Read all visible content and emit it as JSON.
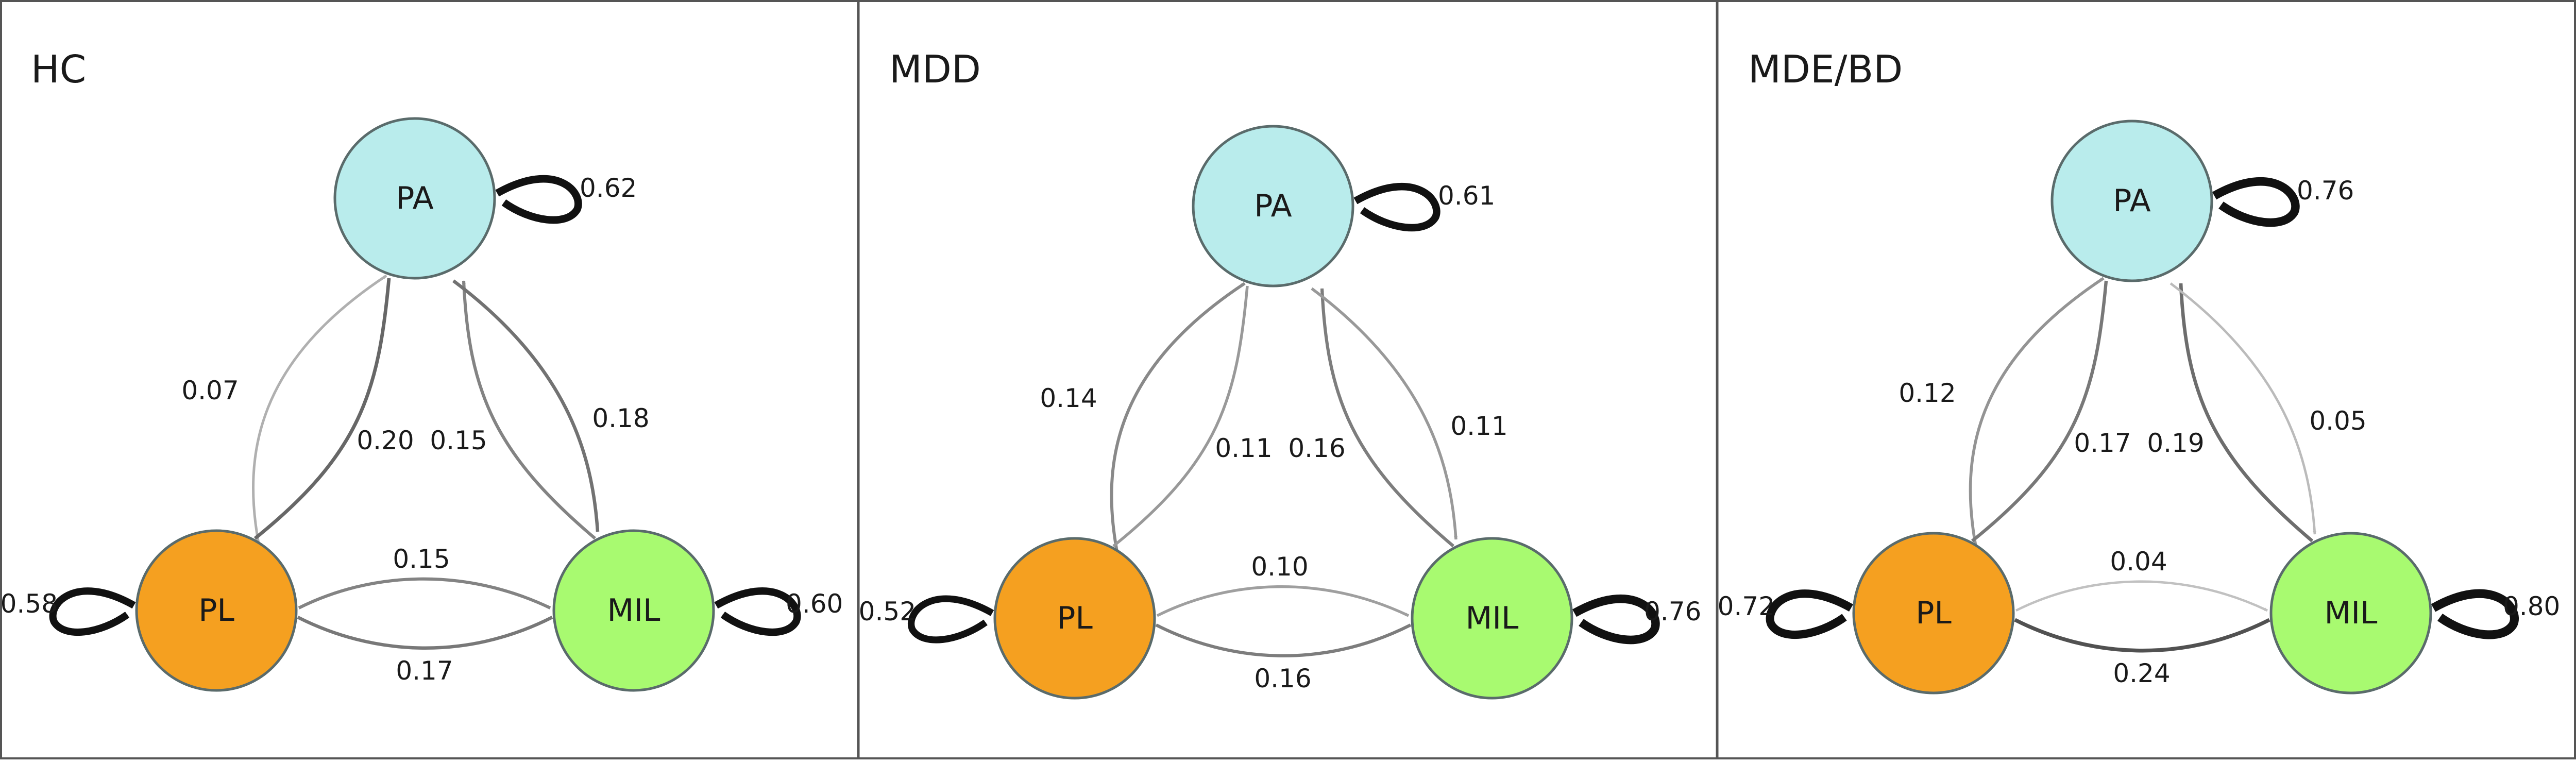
{
  "node_colors": {
    "PA": "#b9ecec",
    "PL": "#f5a020",
    "MIL": "#a8fa70"
  },
  "panels": [
    {
      "title": "HC",
      "nodes": {
        "PA": "PA",
        "PL": "PL",
        "MIL": "MIL"
      },
      "self": {
        "PA": "0.62",
        "PL": "0.58",
        "MIL": "0.60"
      },
      "edges": {
        "PL_PA": "0.07",
        "PA_PL": "0.20",
        "MIL_PA": "0.15",
        "PA_MIL": "0.18",
        "PL_MIL": "0.15",
        "MIL_PL": "0.17"
      }
    },
    {
      "title": "MDD",
      "nodes": {
        "PA": "PA",
        "PL": "PL",
        "MIL": "MIL"
      },
      "self": {
        "PA": "0.61",
        "PL": "0.52",
        "MIL": "0.76"
      },
      "edges": {
        "PL_PA": "0.14",
        "PA_PL": "0.11",
        "MIL_PA": "0.16",
        "PA_MIL": "0.11",
        "PL_MIL": "0.10",
        "MIL_PL": "0.16"
      }
    },
    {
      "title": "MDE/BD",
      "nodes": {
        "PA": "PA",
        "PL": "PL",
        "MIL": "MIL"
      },
      "self": {
        "PA": "0.76",
        "PL": "0.72",
        "MIL": "0.80"
      },
      "edges": {
        "PL_PA": "0.12",
        "PA_PL": "0.17",
        "MIL_PA": "0.19",
        "PA_MIL": "0.05",
        "PL_MIL": "0.04",
        "MIL_PL": "0.24"
      }
    }
  ]
}
